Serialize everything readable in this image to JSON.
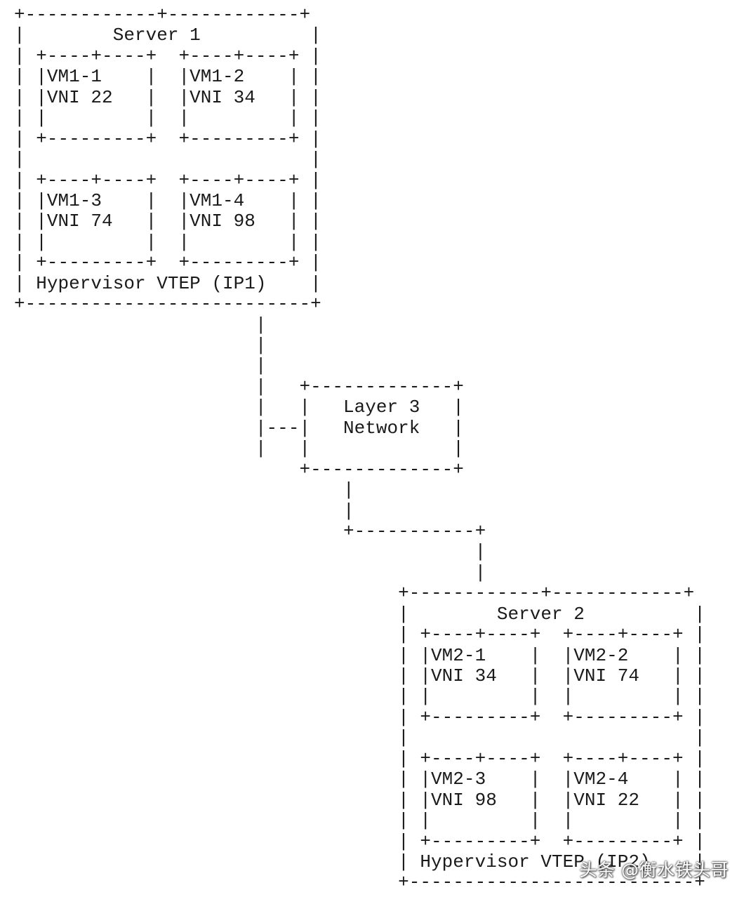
{
  "diagram": {
    "lines": [
      "+------------+------------+",
      "|        Server 1          |",
      "| +----+----+  +----+----+ |",
      "| |VM1-1    |  |VM1-2    | |",
      "| |VNI 22   |  |VNI 34   | |",
      "| |         |  |         | |",
      "| +---------+  +---------+ |",
      "|                          |",
      "| +----+----+  +----+----+ |",
      "| |VM1-3    |  |VM1-4    | |",
      "| |VNI 74   |  |VNI 98   | |",
      "| |         |  |         | |",
      "| +---------+  +---------+ |",
      "| Hypervisor VTEP (IP1)    |",
      "+--------------------------+",
      "                      |",
      "                      |",
      "                      |",
      "                      |   +-------------+",
      "                      |   |   Layer 3   |",
      "                      |---|   Network   |",
      "                      |   |             |",
      "                          +-------------+",
      "                              |",
      "                              |",
      "                              +-----------+",
      "                                          |",
      "                                          |",
      "                                   +------------+------------+",
      "                                   |        Server 2          |",
      "                                   | +----+----+  +----+----+ |",
      "                                   | |VM2-1    |  |VM2-2    | |",
      "                                   | |VNI 34   |  |VNI 74   | |",
      "                                   | |         |  |         | |",
      "                                   | +---------+  +---------+ |",
      "                                   |                          |",
      "                                   | +----+----+  +----+----+ |",
      "                                   | |VM2-3    |  |VM2-4    | |",
      "                                   | |VNI 98   |  |VNI 22   | |",
      "                                   | |         |  |         | |",
      "                                   | +---------+  +---------+ |",
      "                                   | Hypervisor VTEP (IP2)    |",
      "                                   +--------------------------+"
    ]
  },
  "watermark": "头条 @衡水铁头哥"
}
